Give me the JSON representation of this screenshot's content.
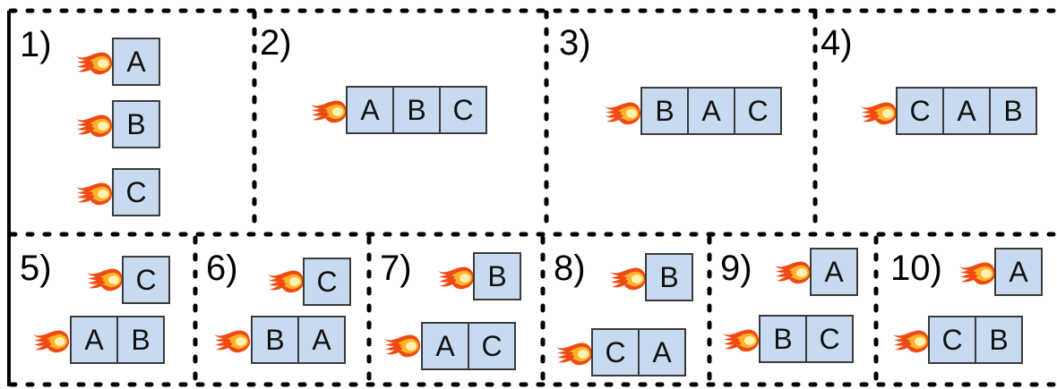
{
  "panels": [
    {
      "label": "1)"
    },
    {
      "label": "2)"
    },
    {
      "label": "3)"
    },
    {
      "label": "4)"
    },
    {
      "label": "5)"
    },
    {
      "label": "6)"
    },
    {
      "label": "7)"
    },
    {
      "label": "8)"
    },
    {
      "label": "9)"
    },
    {
      "label": "10)"
    }
  ],
  "stacks": {
    "p1": [
      [
        "A"
      ],
      [
        "B"
      ],
      [
        "C"
      ]
    ],
    "p2": [
      [
        "A",
        "B",
        "C"
      ]
    ],
    "p3": [
      [
        "B",
        "A",
        "C"
      ]
    ],
    "p4": [
      [
        "C",
        "A",
        "B"
      ]
    ],
    "p5": [
      [
        "C"
      ],
      [
        "A",
        "B"
      ]
    ],
    "p6": [
      [
        "C"
      ],
      [
        "B",
        "A"
      ]
    ],
    "p7": [
      [
        "B"
      ],
      [
        "A",
        "C"
      ]
    ],
    "p8": [
      [
        "B"
      ],
      [
        "C",
        "A"
      ]
    ],
    "p9": [
      [
        "A"
      ],
      [
        "B",
        "C"
      ]
    ],
    "p10": [
      [
        "A"
      ],
      [
        "C",
        "B"
      ]
    ]
  },
  "colors": {
    "block_fill": "#c8daf0",
    "block_border": "#3b3b3b",
    "flame_outer": "#f04a14",
    "flame_inner": "#ffb22a",
    "flame_core": "#fff2b0",
    "divider": "#000000"
  },
  "icons": {
    "flame": "flame-icon"
  }
}
